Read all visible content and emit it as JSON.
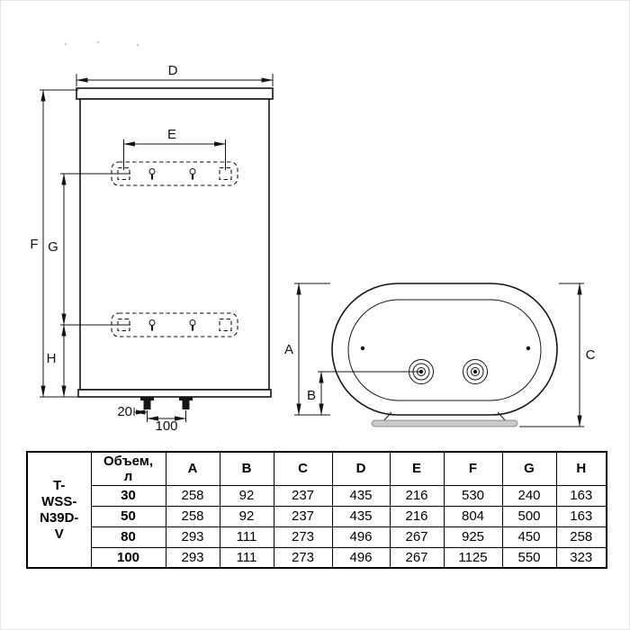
{
  "front_view": {
    "label_d": "D",
    "label_e": "E",
    "label_f": "F",
    "label_g": "G",
    "label_h": "H",
    "label_pipe_offset": "20",
    "label_pipe_spacing": "100"
  },
  "top_view": {
    "label_a": "A",
    "label_b": "B",
    "label_c": "C"
  },
  "table": {
    "model": "T-WSS-N39D-V",
    "volume_header": "Объем, л",
    "columns": [
      "A",
      "B",
      "C",
      "D",
      "E",
      "F",
      "G",
      "H"
    ],
    "rows": [
      {
        "volume": "30",
        "values": [
          "258",
          "92",
          "237",
          "435",
          "216",
          "530",
          "240",
          "163"
        ]
      },
      {
        "volume": "50",
        "values": [
          "258",
          "92",
          "237",
          "435",
          "216",
          "804",
          "500",
          "163"
        ]
      },
      {
        "volume": "80",
        "values": [
          "293",
          "111",
          "273",
          "496",
          "267",
          "925",
          "450",
          "258"
        ]
      },
      {
        "volume": "100",
        "values": [
          "293",
          "111",
          "273",
          "496",
          "267",
          "1125",
          "550",
          "323"
        ]
      }
    ]
  },
  "colors": {
    "line": "#151515",
    "base_plate": "#c9c9c9"
  }
}
